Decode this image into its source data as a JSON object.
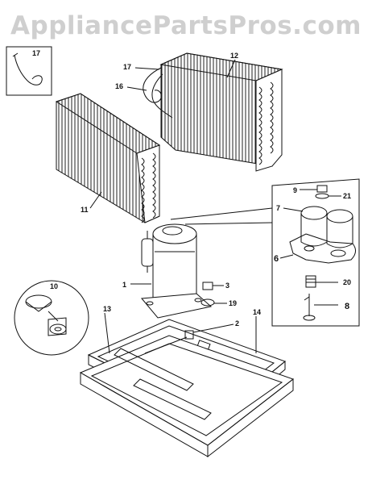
{
  "watermark": "AppliancePartsPros.com",
  "callouts": {
    "c17a": "17",
    "c17b": "17",
    "c16": "16",
    "c12": "12",
    "c11": "11",
    "c9": "9",
    "c21": "21",
    "c7": "7",
    "c6": "6",
    "c20": "20",
    "c8": "8",
    "c10": "10",
    "c1": "1",
    "c3": "3",
    "c19": "19",
    "c2": "2",
    "c13": "13",
    "c14": "14"
  },
  "colors": {
    "line": "#111111",
    "watermark": "#cfcfcf",
    "background": "#ffffff"
  }
}
